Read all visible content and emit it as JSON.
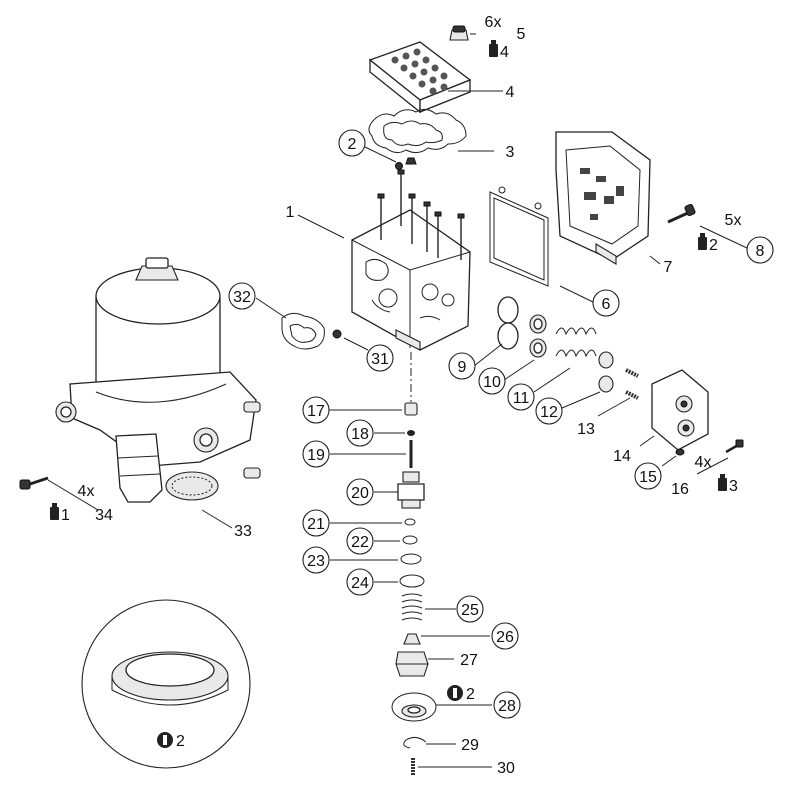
{
  "callouts": [
    {
      "n": "1",
      "circled": false
    },
    {
      "n": "2",
      "circled": true
    },
    {
      "n": "3",
      "circled": false
    },
    {
      "n": "4",
      "circled": false
    },
    {
      "n": "5",
      "circled": false
    },
    {
      "n": "6",
      "circled": true
    },
    {
      "n": "7",
      "circled": false
    },
    {
      "n": "8",
      "circled": true
    },
    {
      "n": "9",
      "circled": true
    },
    {
      "n": "10",
      "circled": true
    },
    {
      "n": "11",
      "circled": true
    },
    {
      "n": "12",
      "circled": true
    },
    {
      "n": "13",
      "circled": false
    },
    {
      "n": "14",
      "circled": false
    },
    {
      "n": "15",
      "circled": true
    },
    {
      "n": "16",
      "circled": false
    },
    {
      "n": "17",
      "circled": true
    },
    {
      "n": "18",
      "circled": true
    },
    {
      "n": "19",
      "circled": true
    },
    {
      "n": "20",
      "circled": true
    },
    {
      "n": "21",
      "circled": true
    },
    {
      "n": "22",
      "circled": true
    },
    {
      "n": "23",
      "circled": true
    },
    {
      "n": "24",
      "circled": true
    },
    {
      "n": "25",
      "circled": true
    },
    {
      "n": "26",
      "circled": true
    },
    {
      "n": "27",
      "circled": false
    },
    {
      "n": "28",
      "circled": true
    },
    {
      "n": "29",
      "circled": false
    },
    {
      "n": "30",
      "circled": false
    },
    {
      "n": "31",
      "circled": true
    },
    {
      "n": "32",
      "circled": true
    },
    {
      "n": "33",
      "circled": false
    },
    {
      "n": "34",
      "circled": false
    }
  ],
  "quantities": {
    "q5": "6x",
    "q8": "5x",
    "q16": "4x",
    "q34": "4x"
  },
  "torque_refs": {
    "t5": "4",
    "t8": "2",
    "t16": "3",
    "t34": "1"
  },
  "grease_refs": {
    "g28": "2",
    "g_detail": "2"
  },
  "icons": {
    "torque": "torque-wrench-icon",
    "grease": "lubricant-icon"
  }
}
